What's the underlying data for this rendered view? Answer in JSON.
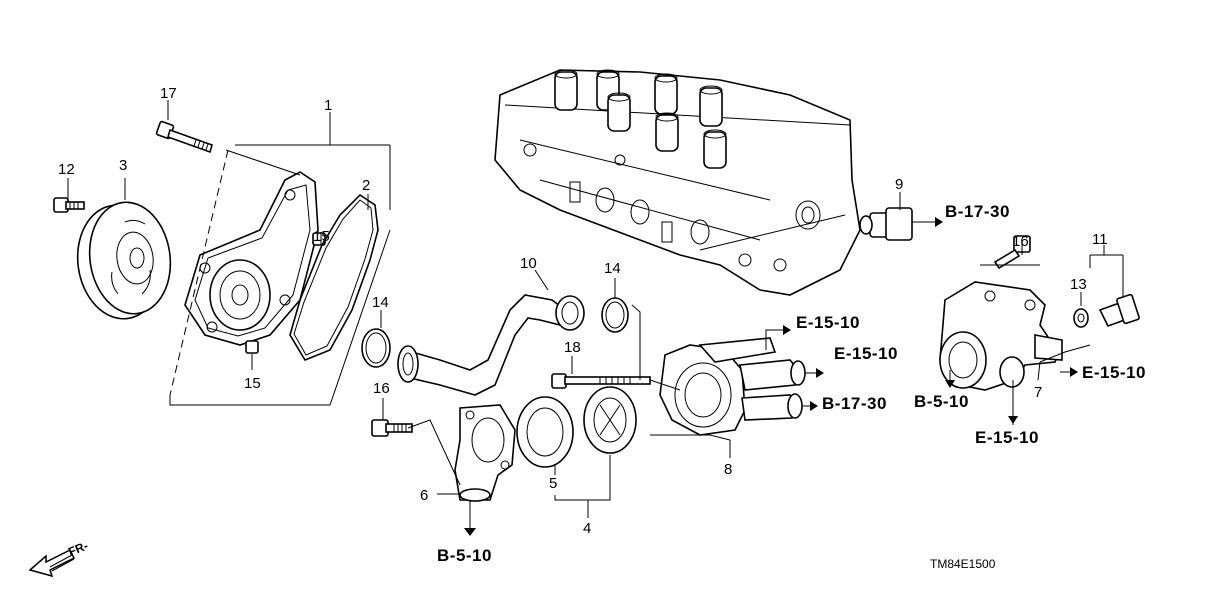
{
  "part_numbers": {
    "n1": "1",
    "n2": "2",
    "n3": "3",
    "n4": "4",
    "n5": "5",
    "n6": "6",
    "n7": "7",
    "n8": "8",
    "n9": "9",
    "n10": "10",
    "n11": "11",
    "n12": "12",
    "n13": "13",
    "n14a": "14",
    "n14b": "14",
    "n15a": "15",
    "n15b": "15",
    "n16a": "16",
    "n16b": "16",
    "n17": "17",
    "n18": "18"
  },
  "references": {
    "b1730_top": "B-17-30",
    "e1510_a": "E-15-10",
    "e1510_b": "E-15-10",
    "b1730_mid": "B-17-30",
    "b510_right": "B-5-10",
    "e1510_right": "E-15-10",
    "e1510_bottom": "E-15-10",
    "b510_bottom": "B-5-10"
  },
  "front_label": "FR-",
  "diagram_code": "TM84E1500"
}
